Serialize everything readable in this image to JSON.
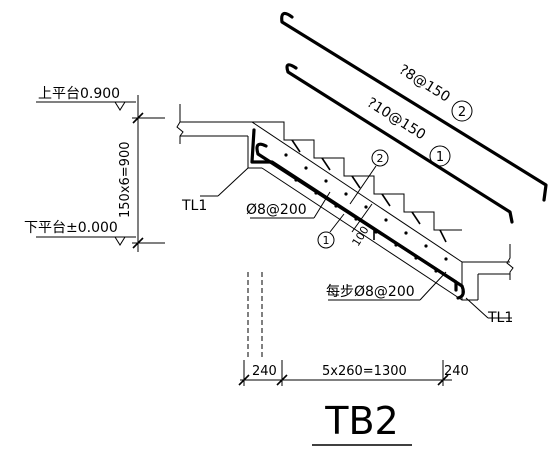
{
  "drawing": {
    "title": "TB2",
    "labels": {
      "top_landing": "上平台0.900",
      "bottom_landing": "下平台±0.000",
      "riser_dim": "150x6=900",
      "beam_left": "TL1",
      "beam_right": "TL1",
      "bar_dist": "Ø8@200",
      "bar_step": "每步Ø8@200",
      "thickness": "100",
      "bar_1_spec": "?10@150",
      "bar_2_spec": "?8@150",
      "dim_left": "240",
      "dim_mid": "5x260=1300",
      "dim_right": "240"
    },
    "callouts": {
      "one_top": "1",
      "two_top": "2",
      "one_mid": "1",
      "two_mid": "2"
    }
  }
}
